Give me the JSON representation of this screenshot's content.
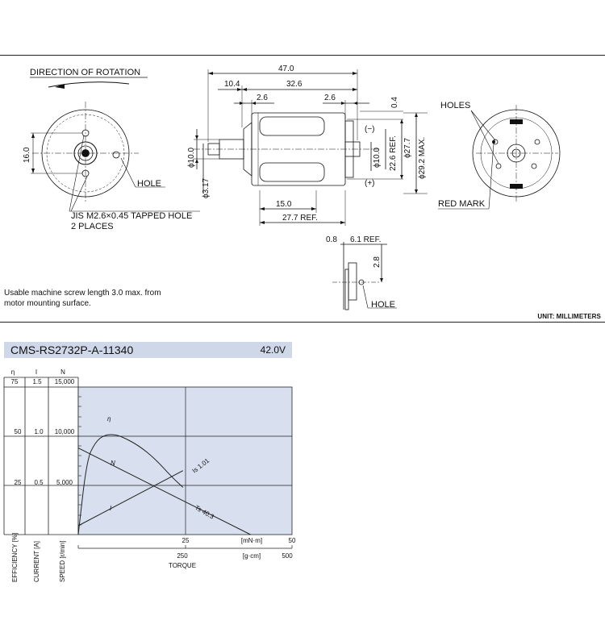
{
  "dimensions": {
    "direction_label": "DIRECTION OF ROTATION",
    "d_47": "47.0",
    "d_10_4": "10.4",
    "d_32_6": "32.6",
    "d_2_6a": "2.6",
    "d_2_6b": "2.6",
    "d_0_4": "0.4",
    "d_16": "16.0",
    "d_phi10_shaft": "ϕ10.0",
    "d_phi3_17": "ϕ3.17",
    "d_15": "15.0",
    "d_27_7ref": "27.7 REF.",
    "d_phi10_boss": "ϕ10.0",
    "d_22_6ref": "22.6 REF.",
    "d_phi27_7": "ϕ27.7",
    "d_phi29_2max": "ϕ29.2 MAX.",
    "minus": "(−)",
    "plus": "(+)",
    "hole_left": "HOLE",
    "tapped_hole_1": "JIS M2.6×0.45 TAPPED HOLE",
    "tapped_hole_2": "2 PLACES",
    "holes_right": "HOLES",
    "red_mark": "RED MARK",
    "d_0_8": "0.8",
    "d_6_1ref": "6.1 REF.",
    "d_2_8": "2.8",
    "hole_terminal": "HOLE"
  },
  "notes": {
    "screw_line1": "Usable machine screw length 3.0 max. from",
    "screw_line2": "motor mounting surface.",
    "unit": "UNIT: MILLIMETERS"
  },
  "model": {
    "name": "CMS-RS2732P-A-11340",
    "voltage": "42.0V"
  },
  "colors": {
    "plot_bg": "#d8e0ef",
    "model_bar": "#cfd8e9",
    "line": "#222222"
  },
  "chart_data": {
    "type": "line",
    "title": "CMS-RS2732P-A-11340",
    "xlabel": "TORQUE",
    "x_axis_primary": {
      "unit": "[mN·m]",
      "ticks": [
        "25",
        "50"
      ],
      "range": [
        0,
        50
      ]
    },
    "x_axis_secondary": {
      "unit": "[g·cm]",
      "ticks": [
        "250",
        "500"
      ],
      "range": [
        0,
        510
      ]
    },
    "y_axes": [
      {
        "label": "EFFICIENCY [%]",
        "symbol": "η",
        "ticks": [
          "25",
          "50",
          "75"
        ],
        "range": [
          0,
          75
        ]
      },
      {
        "label": "CURRENT [A]",
        "symbol": "I",
        "ticks": [
          "0.5",
          "1.0",
          "1.5"
        ],
        "range": [
          0,
          1.5
        ]
      },
      {
        "label": "SPEED [r/min]",
        "symbol": "N",
        "ticks": [
          "5,000",
          "10,000",
          "15,000"
        ],
        "range": [
          0,
          15000
        ]
      }
    ],
    "grid": true,
    "series": [
      {
        "name": "η",
        "axis": "EFFICIENCY [%]",
        "x": [
          0,
          2,
          4,
          6,
          8,
          10,
          14,
          18,
          22,
          24.5
        ],
        "y": [
          0,
          38,
          47,
          50.5,
          51,
          50,
          45.5,
          38.5,
          29,
          24
        ]
      },
      {
        "name": "N",
        "axis": "SPEED [r/min]",
        "x": [
          0,
          24.5,
          40.3
        ],
        "y": [
          8800,
          3450,
          0
        ]
      },
      {
        "name": "I",
        "axis": "CURRENT [A]",
        "x": [
          0,
          24.5
        ],
        "y": [
          0.09,
          0.65
        ]
      }
    ],
    "annotations": [
      {
        "text": "Is 1.01"
      },
      {
        "text": "Ts 40.3"
      }
    ]
  }
}
